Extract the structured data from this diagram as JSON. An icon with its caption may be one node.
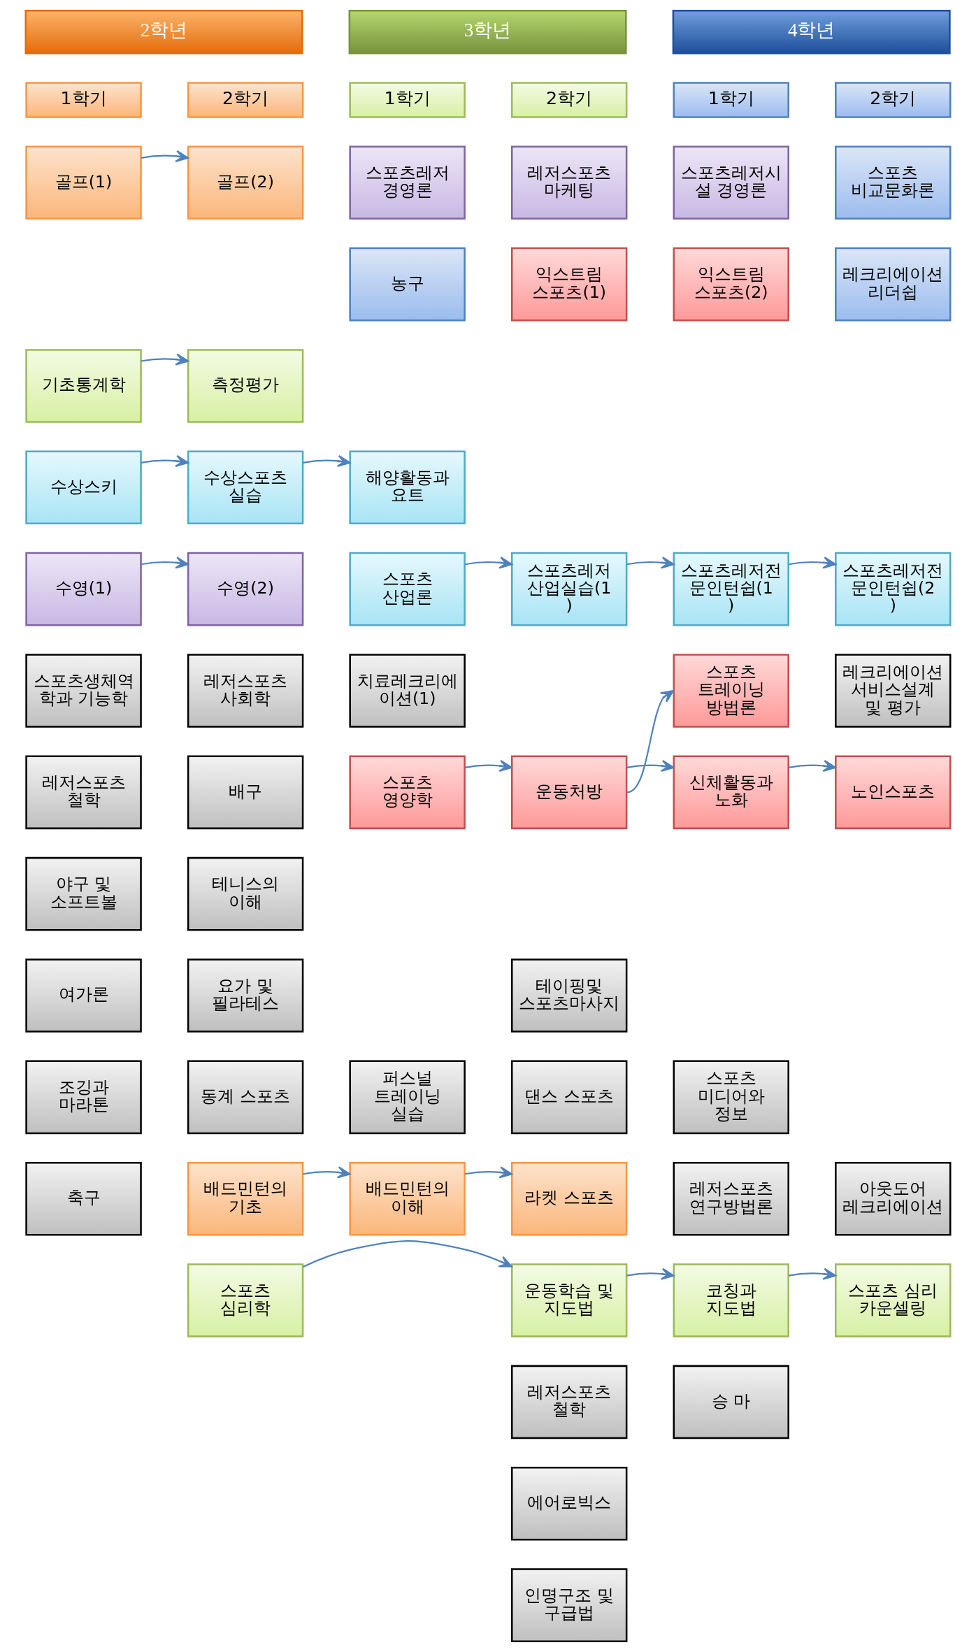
{
  "diagram": {
    "nodes": [
      {
        "text": [
          "2학년"
        ]
      },
      {
        "text": [
          "3학년"
        ]
      },
      {
        "text": [
          "4학년"
        ]
      },
      {
        "text": [
          "1학기"
        ]
      },
      {
        "text": [
          "2학기"
        ]
      },
      {
        "text": [
          "1학기"
        ]
      },
      {
        "text": [
          "2학기"
        ]
      },
      {
        "text": [
          "1학기"
        ]
      },
      {
        "text": [
          "2학기"
        ]
      },
      {
        "text": [
          "골프(1)"
        ]
      },
      {
        "text": [
          "골프(2)"
        ]
      },
      {
        "text": [
          "스포츠레저 경영론"
        ]
      },
      {
        "text": [
          "레저스포츠 마케팅"
        ]
      },
      {
        "text": [
          "스포츠레저시설 경영론"
        ]
      },
      {
        "text": [
          "스포츠 비교문화론"
        ]
      },
      {
        "text": [
          "농구"
        ]
      },
      {
        "text": [
          "익스트림 스포츠(1)"
        ]
      },
      {
        "text": [
          "익스트림 스포츠(2)"
        ]
      },
      {
        "text": [
          "레크리에이션 리더쉽"
        ]
      },
      {
        "text": [
          "기초통계학"
        ]
      },
      {
        "text": [
          "측정평가"
        ]
      },
      {
        "text": [
          "수상스키"
        ]
      },
      {
        "text": [
          "수상스포츠 실습"
        ]
      },
      {
        "text": [
          "해양활동과 요트"
        ]
      },
      {
        "text": [
          "수영(1)"
        ]
      },
      {
        "text": [
          "수영(2)"
        ]
      },
      {
        "text": [
          "스포츠 산업론"
        ]
      },
      {
        "text": [
          "스포츠레저 산업실습(1)"
        ]
      },
      {
        "text": [
          "스포츠레저전문인턴쉽(1)"
        ]
      },
      {
        "text": [
          "스포츠레저전문인턴쉽(2)"
        ]
      },
      {
        "text": [
          "스포츠생체역학과 기능학"
        ]
      },
      {
        "text": [
          "레저스포츠 사회학"
        ]
      },
      {
        "text": [
          "치료레크리에이션(1)"
        ]
      },
      {
        "text": [
          "스포츠 트레이닝 방법론"
        ]
      },
      {
        "text": [
          "레크리에이션 서비스설계 및 평가"
        ]
      },
      {
        "text": [
          "레저스포츠 철학"
        ]
      },
      {
        "text": [
          "배구"
        ]
      },
      {
        "text": [
          "스포츠 영양학"
        ]
      },
      {
        "text": [
          "운동처방"
        ]
      },
      {
        "text": [
          "신체활동과 노화"
        ]
      },
      {
        "text": [
          "노인스포츠"
        ]
      },
      {
        "text": [
          "야구 및 소프트볼"
        ]
      },
      {
        "text": [
          "테니스의 이해"
        ]
      },
      {
        "text": [
          "여가론"
        ]
      },
      {
        "text": [
          "요가 및 필라테스"
        ]
      },
      {
        "text": [
          "테이핑및 스포츠마사지"
        ]
      },
      {
        "text": [
          "조깅과 마라톤"
        ]
      },
      {
        "text": [
          "동계 스포츠"
        ]
      },
      {
        "text": [
          "퍼스널 트레이닝 실습"
        ]
      },
      {
        "text": [
          "댄스 스포츠"
        ]
      },
      {
        "text": [
          "스포츠 미디어와 정보"
        ]
      },
      {
        "text": [
          "축구"
        ]
      },
      {
        "text": [
          "배드민턴의 기초"
        ]
      },
      {
        "text": [
          "배드민턴의 이해"
        ]
      },
      {
        "text": [
          "라켓 스포츠"
        ]
      },
      {
        "text": [
          "레저스포츠 연구방법론"
        ]
      },
      {
        "text": [
          "아웃도어 레크리에이션"
        ]
      },
      {
        "text": [
          "스포츠 심리학"
        ]
      },
      {
        "text": [
          "운동학습 및 지도법"
        ]
      },
      {
        "text": [
          "코칭과 지도법"
        ]
      },
      {
        "text": [
          "스포츠 심리 카운셀링"
        ]
      },
      {
        "text": [
          "레저스포츠 철학"
        ]
      },
      {
        "text": [
          "승 마"
        ]
      },
      {
        "text": [
          "에어로빅스"
        ]
      },
      {
        "text": [
          "인명구조 및 구급법"
        ]
      }
    ],
    "edges": [
      {
        "from": 9,
        "to": 10,
        "arrow": "to"
      },
      {
        "from": 19,
        "to": 20,
        "arrow": "to"
      },
      {
        "from": 21,
        "to": 22,
        "arrow": "to"
      },
      {
        "from": 22,
        "to": 23,
        "arrow": "to"
      },
      {
        "from": 24,
        "to": 25,
        "arrow": "to"
      },
      {
        "from": 26,
        "to": 27,
        "arrow": "to"
      },
      {
        "from": 27,
        "to": 28,
        "arrow": "to"
      },
      {
        "from": 28,
        "to": 29,
        "arrow": "to"
      },
      {
        "from": 37,
        "to": 38,
        "arrow": "to"
      },
      {
        "from": 38,
        "to": 33,
        "arrow": "to"
      },
      {
        "from": 38,
        "to": 39,
        "arrow": "to"
      },
      {
        "from": 39,
        "to": 40,
        "arrow": "to"
      },
      {
        "from": 52,
        "to": 53,
        "arrow": "to"
      },
      {
        "from": 53,
        "to": 54,
        "arrow": "to"
      },
      {
        "from": 57,
        "to": 58,
        "arrow": "to"
      },
      {
        "from": 58,
        "to": 59,
        "arrow": "to"
      },
      {
        "from": 59,
        "to": 60,
        "arrow": "to"
      }
    ]
  }
}
